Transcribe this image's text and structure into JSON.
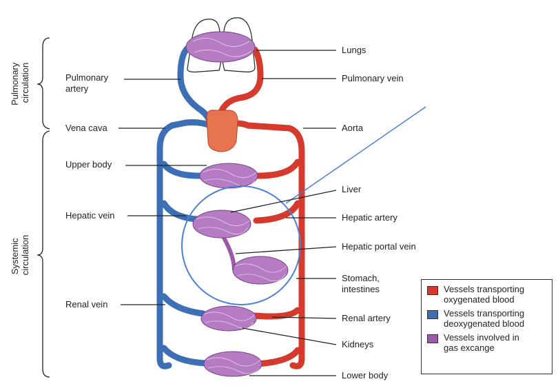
{
  "groups": {
    "pulmonary": "Pulmonary\ncirculation",
    "systemic": "Systemic\ncirculation"
  },
  "labels_left": {
    "pulmonary_artery": "Pulmonary\nartery",
    "vena_cava": "Vena cava",
    "upper_body": "Upper body",
    "hepatic_vein": "Hepatic vein",
    "renal_vein": "Renal vein"
  },
  "labels_right": {
    "lungs": "Lungs",
    "pulmonary_vein": "Pulmonary vein",
    "aorta": "Aorta",
    "liver": "Liver",
    "hepatic_artery": "Hepatic artery",
    "hepatic_portal_vein": "Hepatic portal vein",
    "stomach_intestines": "Stomach,\nintestines",
    "renal_artery": "Renal artery",
    "kidneys": "Kidneys",
    "lower_body": "Lower body"
  },
  "legend": {
    "items": [
      {
        "label": "Vessels transporting\noxygenated blood",
        "color": "#d63a2c"
      },
      {
        "label": "Vessels transporting\ndeoxygenated blood",
        "color": "#3c6fb5"
      },
      {
        "label": "Vessels involved in\ngas excange",
        "color": "#9b59a8"
      }
    ]
  },
  "colors": {
    "oxygenated": "#d63a2c",
    "deoxygenated": "#3c6fb5",
    "exchange": "#9b59a8",
    "highlight": "#4a7fd6"
  }
}
